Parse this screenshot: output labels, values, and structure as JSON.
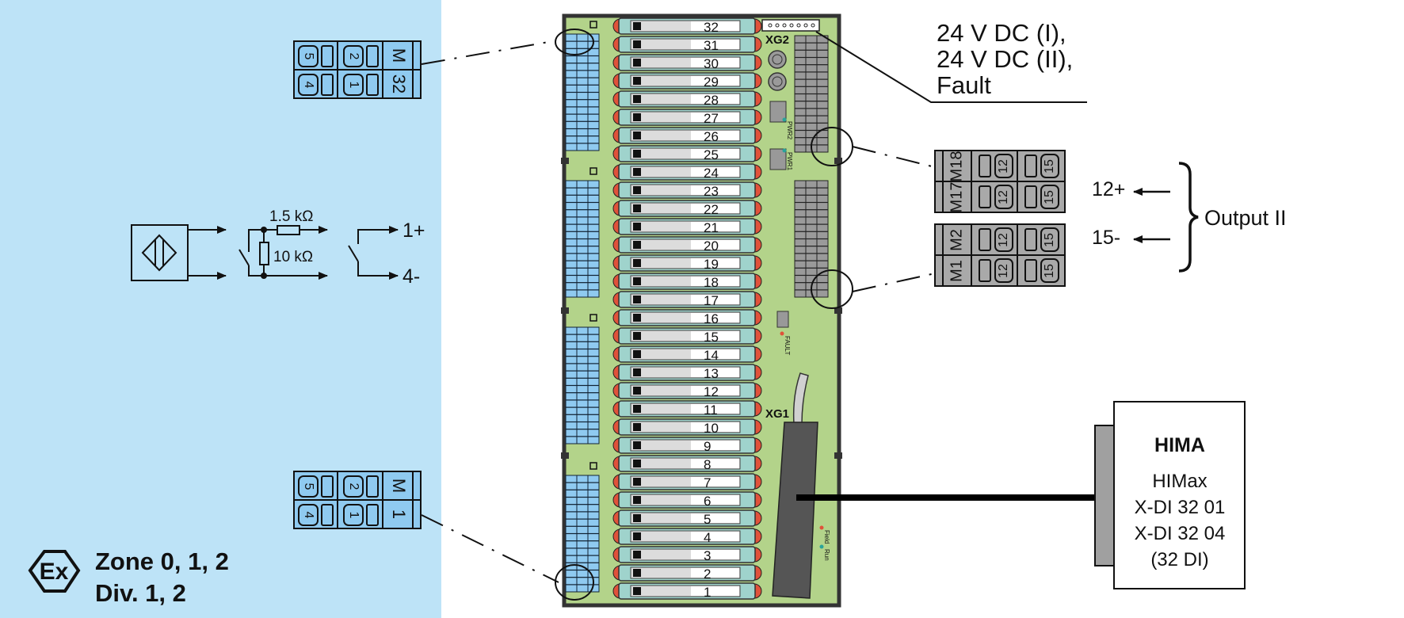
{
  "zone": {
    "line1": "Zone 0, 1, 2",
    "line2": "Div. 1, 2",
    "ex_symbol": "Ex"
  },
  "sensor_circuit": {
    "resistor_series": "1.5 kΩ",
    "resistor_parallel": "10 kΩ",
    "out_plus": "1+",
    "out_minus": "4-"
  },
  "field_terminal_top": {
    "cells": {
      "r1c1": "5",
      "r1c2": "2",
      "r1c3": "M",
      "r2c1": "4",
      "r2c2": "1",
      "r2c3": "32"
    }
  },
  "field_terminal_bottom": {
    "cells": {
      "r1c1": "5",
      "r1c2": "2",
      "r1c3": "M",
      "r2c1": "4",
      "r2c2": "1",
      "r2c3": "1"
    }
  },
  "board": {
    "connector_top": "XG2",
    "connector_bottom": "XG1",
    "led_pwr2": "PWR2",
    "led_pwr1": "PWR1",
    "led_fault": "FAULT",
    "led_field": "Field",
    "led_run": "Run",
    "modules": [
      "32",
      "31",
      "30",
      "29",
      "28",
      "27",
      "26",
      "25",
      "24",
      "23",
      "22",
      "21",
      "20",
      "19",
      "18",
      "17",
      "16",
      "15",
      "14",
      "13",
      "12",
      "11",
      "10",
      "9",
      "8",
      "7",
      "6",
      "5",
      "4",
      "3",
      "2",
      "1"
    ],
    "colors": {
      "board": "#b3d38a",
      "module_body": "#9fd3cc",
      "module_cap": "#e0523a",
      "field_terminal": "#8fcaf0",
      "output_terminal": "#a9a9a9",
      "panel_bg": "#bde3f7"
    }
  },
  "power_label": {
    "line1": "24 V DC (I),",
    "line2": "24 V DC (II),",
    "line3": "Fault"
  },
  "output_terminal_upper": {
    "rows": [
      {
        "m": "M18",
        "a": "12",
        "b": "15"
      },
      {
        "m": "M17",
        "a": "12",
        "b": "15"
      }
    ]
  },
  "output_terminal_lower": {
    "rows": [
      {
        "m": "M2",
        "a": "12",
        "b": "15"
      },
      {
        "m": "M1",
        "a": "12",
        "b": "15"
      }
    ]
  },
  "output": {
    "plus": "12+",
    "minus": "15-",
    "label": "Output II"
  },
  "hima": {
    "brand": "HIMA",
    "line1": "HIMax",
    "line2": "X-DI 32 01",
    "line3": "X-DI 32 04",
    "line4": "(32 DI)"
  }
}
